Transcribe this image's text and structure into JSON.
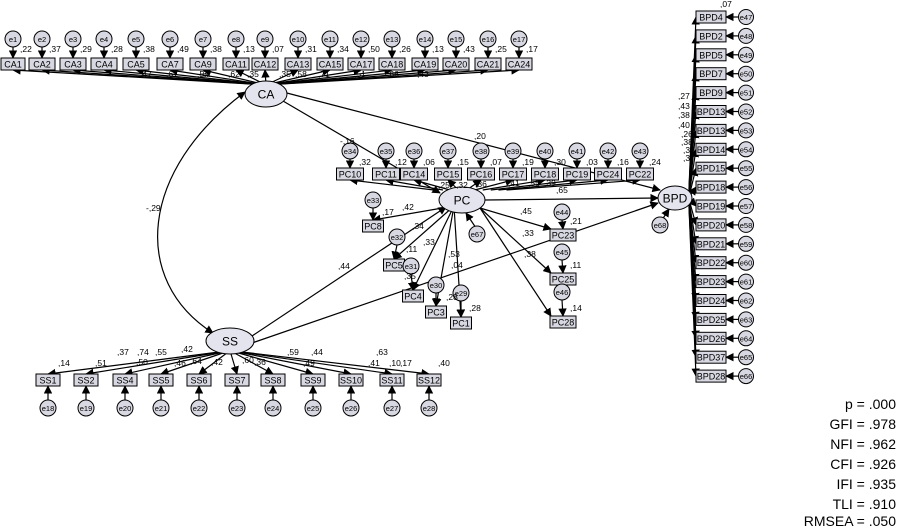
{
  "latents": {
    "ca": "CA",
    "pc": "PC",
    "ss": "SS",
    "bpd": "BPD"
  },
  "ca_indicators": [
    {
      "name": "CA1",
      "error": "e1",
      "loading": ",22"
    },
    {
      "name": "CA2",
      "error": "e2",
      "loading": ",37"
    },
    {
      "name": "CA3",
      "error": "e3",
      "loading": ",29"
    },
    {
      "name": "CA4",
      "error": "e4",
      "loading": ",28"
    },
    {
      "name": "CA5",
      "error": "e5",
      "loading": ",38"
    },
    {
      "name": "CA7",
      "error": "e6",
      "loading": ",49"
    },
    {
      "name": "CA9",
      "error": "e7",
      "loading": ",38"
    },
    {
      "name": "CA11",
      "error": "e8",
      "loading": ",13"
    },
    {
      "name": "CA12",
      "error": "e9",
      "loading": ",07"
    },
    {
      "name": "CA13",
      "error": "e10",
      "loading": ",31"
    },
    {
      "name": "CA15",
      "error": "e11",
      "loading": ",34"
    },
    {
      "name": "CA17",
      "error": "e12",
      "loading": ",50"
    },
    {
      "name": "CA18",
      "error": "e13",
      "loading": ",26"
    },
    {
      "name": "CA19",
      "error": "e14",
      "loading": ",13"
    },
    {
      "name": "CA20",
      "error": "e15",
      "loading": ",43"
    },
    {
      "name": "CA21",
      "error": "e16",
      "loading": ",25"
    },
    {
      "name": "CA24",
      "error": "e17",
      "loading": ",17"
    }
  ],
  "ca_path_labels": [
    ",47",
    ",61",
    ",54",
    ",67",
    ",62",
    ",35",
    ",35",
    ",58",
    ",71",
    ",51",
    ",66",
    ",43"
  ],
  "pc_top_indicators": [
    {
      "name": "PC10",
      "error": "e34",
      "loading": ",32"
    },
    {
      "name": "PC11",
      "error": "e35",
      "loading": ",12"
    },
    {
      "name": "PC14",
      "error": "e36",
      "loading": ",06"
    },
    {
      "name": "PC15",
      "error": "e37",
      "loading": ",15"
    },
    {
      "name": "PC16",
      "error": "e38",
      "loading": ",07"
    },
    {
      "name": "PC17",
      "error": "e39",
      "loading": ",19"
    },
    {
      "name": "PC18",
      "error": "e40",
      "loading": ",30"
    },
    {
      "name": "PC19",
      "error": "e41",
      "loading": ",03"
    },
    {
      "name": "PC24",
      "error": "e42",
      "loading": ",16"
    },
    {
      "name": "PC22",
      "error": "e43",
      "loading": ",24"
    }
  ],
  "pc_top_path_labels": [
    ",25",
    ",32",
    ",36",
    ",41",
    ",55",
    ",39"
  ],
  "pc_left_indicators": [
    {
      "name": "PC8",
      "error": "e33",
      "loading": ",17",
      "path": ",42"
    },
    {
      "name": "PC5",
      "error": "e32",
      "loading": ",11",
      "path": ",34"
    },
    {
      "name": "PC4",
      "error": "e31",
      "loading": ",35",
      "path": ",33"
    },
    {
      "name": "PC3",
      "error": "e30",
      "loading": ",28",
      "path": ",53"
    },
    {
      "name": "PC1",
      "error": "e29",
      "loading": ",28",
      "path": ",04"
    }
  ],
  "pc_right_indicators": [
    {
      "name": "PC23",
      "error": "e44",
      "loading": ",21",
      "path": ",45"
    },
    {
      "name": "PC25",
      "error": "e45",
      "loading": ",11",
      "path": ",33"
    },
    {
      "name": "PC28",
      "error": "e46",
      "loading": ",14",
      "path": ",38"
    }
  ],
  "pc_disturbance": "e67",
  "bpd_disturbance": "e68",
  "bpd_indicators": [
    {
      "name": "BPD4",
      "error": "e47"
    },
    {
      "name": "BPD2",
      "error": "e48"
    },
    {
      "name": "BPD5",
      "error": "e49"
    },
    {
      "name": "BPD7",
      "error": "e50"
    },
    {
      "name": "BPD9",
      "error": "e51"
    },
    {
      "name": "BPD13",
      "error": "e52"
    },
    {
      "name": "BPD13",
      "error": "e53"
    },
    {
      "name": "BPD14",
      "error": "e54"
    },
    {
      "name": "BPD15",
      "error": "e55"
    },
    {
      "name": "BPD18",
      "error": "e56"
    },
    {
      "name": "BPD19",
      "error": "e57"
    },
    {
      "name": "BPD20",
      "error": "e58"
    },
    {
      "name": "BPD21",
      "error": "e59"
    },
    {
      "name": "BPD22",
      "error": "e60"
    },
    {
      "name": "BPD23",
      "error": "e61"
    },
    {
      "name": "BPD24",
      "error": "e62"
    },
    {
      "name": "BPD25",
      "error": "e63"
    },
    {
      "name": "BPD26",
      "error": "e64"
    },
    {
      "name": "BPD37",
      "error": "e65"
    },
    {
      "name": "BPD28",
      "error": "e66"
    }
  ],
  "bpd_loading_labels": [
    ",07",
    ",27",
    ",43",
    ",38",
    ",40",
    ",26",
    ",38",
    ",33",
    ",37"
  ],
  "ss_indicators": [
    {
      "name": "SS1",
      "error": "e18",
      "loading": ",14"
    },
    {
      "name": "SS2",
      "error": "e19",
      "loading": ",51"
    },
    {
      "name": "SS4",
      "error": "e20",
      "loading": ",37"
    },
    {
      "name": "SS5",
      "error": "e21",
      "loading": ",55"
    },
    {
      "name": "SS6",
      "error": "e22",
      "loading": ",46"
    },
    {
      "name": "SS7",
      "error": "e23",
      "loading": ",60"
    },
    {
      "name": "SS8",
      "error": "e24",
      "loading": ",36"
    },
    {
      "name": "SS9",
      "error": "e25",
      "loading": ",49"
    },
    {
      "name": "SS10",
      "error": "e26",
      "loading": ",41"
    },
    {
      "name": "SS11",
      "error": "e27",
      "loading": ",10"
    },
    {
      "name": "SS12",
      "error": "e28",
      "loading": ",17"
    }
  ],
  "ss_path_labels": [
    ",74",
    ",50",
    ",42",
    ",64",
    ",42",
    ",59",
    ",44",
    ",63",
    ",40"
  ],
  "structural": {
    "ca_ss_cov": "-,29",
    "ca_pc": "-,16",
    "ca_bpd": ",20",
    "pc_bpd": ",65",
    "ss_pc": ",44"
  },
  "fit": [
    "p = .000",
    "GFI = .978",
    "NFI = .962",
    "CFI = .926",
    "IFI = .935",
    "TLI = .910",
    "RMSEA = .050"
  ]
}
